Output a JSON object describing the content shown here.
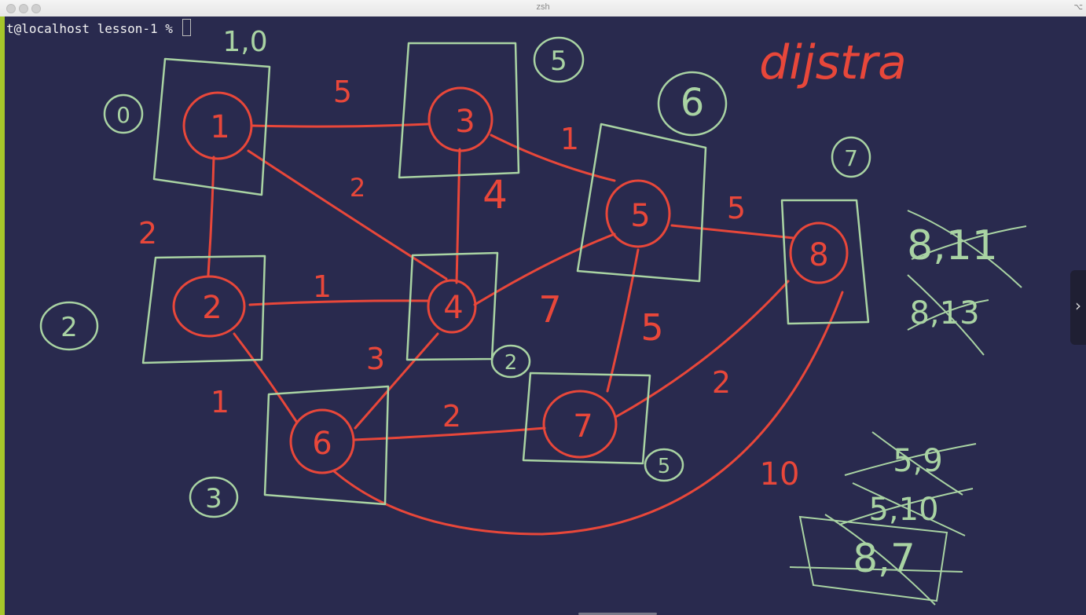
{
  "window": {
    "title": "zsh",
    "corner_symbol": "⌥"
  },
  "terminal": {
    "prompt": "t@localhost lesson-1 % "
  },
  "whiteboard": {
    "title": "dijstra",
    "nodes": [
      {
        "label": "1",
        "dist": "0"
      },
      {
        "label": "2",
        "dist": "2"
      },
      {
        "label": "3",
        "dist": "5"
      },
      {
        "label": "4",
        "dist": "2"
      },
      {
        "label": "5",
        "dist": "6"
      },
      {
        "label": "6",
        "dist": "3"
      },
      {
        "label": "7",
        "dist": "5"
      },
      {
        "label": "8",
        "dist": "7"
      }
    ],
    "node1_prev": "1,0",
    "edges": [
      {
        "from": "1",
        "to": "3",
        "weight": "5"
      },
      {
        "from": "1",
        "to": "2",
        "weight": "2"
      },
      {
        "from": "1",
        "to": "4",
        "weight": "2"
      },
      {
        "from": "3",
        "to": "4",
        "weight": "4"
      },
      {
        "from": "3",
        "to": "5",
        "weight": "1"
      },
      {
        "from": "2",
        "to": "4",
        "weight": "1"
      },
      {
        "from": "2",
        "to": "6",
        "weight": "1"
      },
      {
        "from": "4",
        "to": "6",
        "weight": "3"
      },
      {
        "from": "4",
        "to": "5",
        "weight": "7"
      },
      {
        "from": "5",
        "to": "8",
        "weight": "5"
      },
      {
        "from": "5",
        "to": "7",
        "weight": "5"
      },
      {
        "from": "6",
        "to": "7",
        "weight": "2"
      },
      {
        "from": "7",
        "to": "8",
        "weight": "2"
      },
      {
        "from": "6",
        "to": "8",
        "weight": "10"
      }
    ],
    "notes_right": [
      "8,11",
      "8,13"
    ],
    "notes_bottom": [
      "5,9",
      "5,10",
      "8,7"
    ]
  },
  "colors": {
    "background": "#292a4e",
    "red_ink": "#e8473a",
    "green_ink": "#a9d3a3",
    "accent_bar": "#a6c62a"
  }
}
